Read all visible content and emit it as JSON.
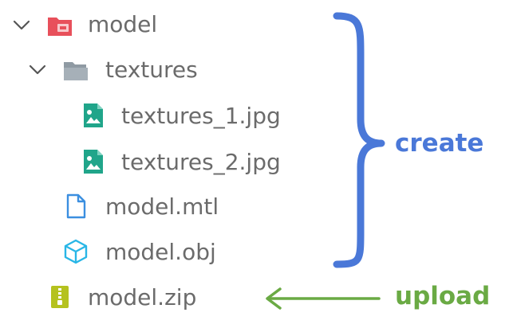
{
  "tree": {
    "root_folder": "model",
    "textures_folder": "textures",
    "texture_1": "textures_1.jpg",
    "texture_2": "textures_2.jpg",
    "mtl_file": "model.mtl",
    "obj_file": "model.obj",
    "zip_file": "model.zip"
  },
  "annotations": {
    "create": "create",
    "upload": "upload"
  },
  "colors": {
    "label_text": "#6b6b6b",
    "chevron": "#555555",
    "root_folder_icon": "#e8505b",
    "textures_folder_icon": "#8f9aa3",
    "image_icon": "#20a58a",
    "mtl_icon": "#3b8fe0",
    "obj_icon": "#29b6e6",
    "zip_icon": "#b5c21f",
    "brace": "#4a78d8",
    "create_text": "#4a78d8",
    "arrow": "#6aaa44",
    "upload_text": "#6aaa44"
  }
}
